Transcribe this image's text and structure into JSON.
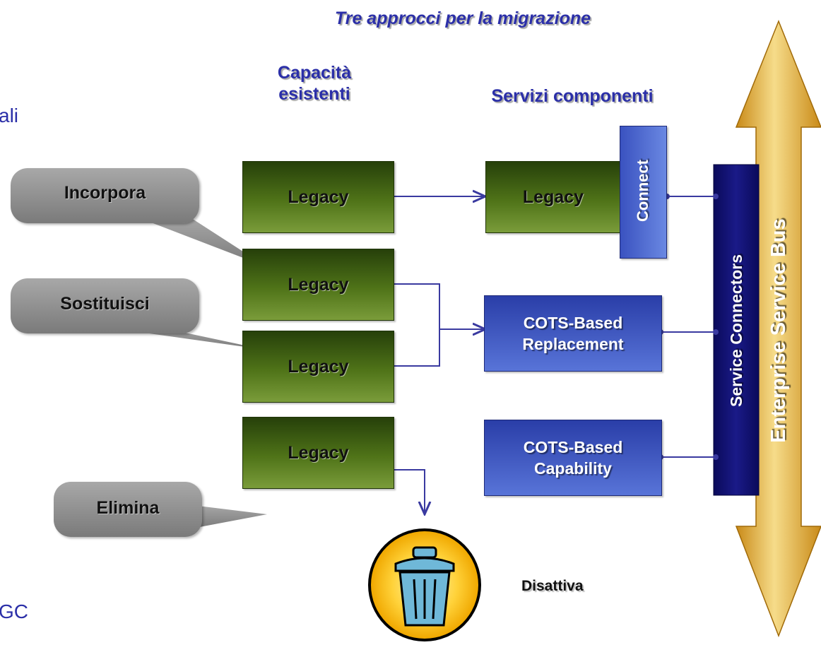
{
  "title": "Tre approcci per la migrazione",
  "edge_fragments": {
    "top": "ali",
    "bottom": "GC"
  },
  "columns": {
    "existing": "Capacità esistenti",
    "existing_line1": "Capacità",
    "existing_line2": "esistenti",
    "services": "Servizi componenti"
  },
  "legacy_boxes": [
    "Legacy",
    "Legacy",
    "Legacy",
    "Legacy"
  ],
  "target_legacy": "Legacy",
  "connect_label": "Connect",
  "cots_replacement": {
    "line1": "COTS-Based",
    "line2": "Replacement"
  },
  "cots_capability": {
    "line1": "COTS-Based",
    "line2": "Capability"
  },
  "service_connectors": "Service Connectors",
  "enterprise_service_bus": "Enterprise Service Bus",
  "callouts": {
    "incorpora": "Incorpora",
    "sostituisci": "Sostituisci",
    "elimina": "Elimina"
  },
  "disattiva": "Disattiva",
  "colors": {
    "title_blue": "#2b2fa8",
    "legacy_green": "#4f7318",
    "cots_blue": "#4a62cc",
    "connector_navy": "#0c0c6a",
    "bus_gold": "#e9b23a",
    "callout_gray": "#8e8e8e",
    "line_blue": "#3a3aa0"
  },
  "icons": {
    "trash": "trash-can-icon"
  }
}
